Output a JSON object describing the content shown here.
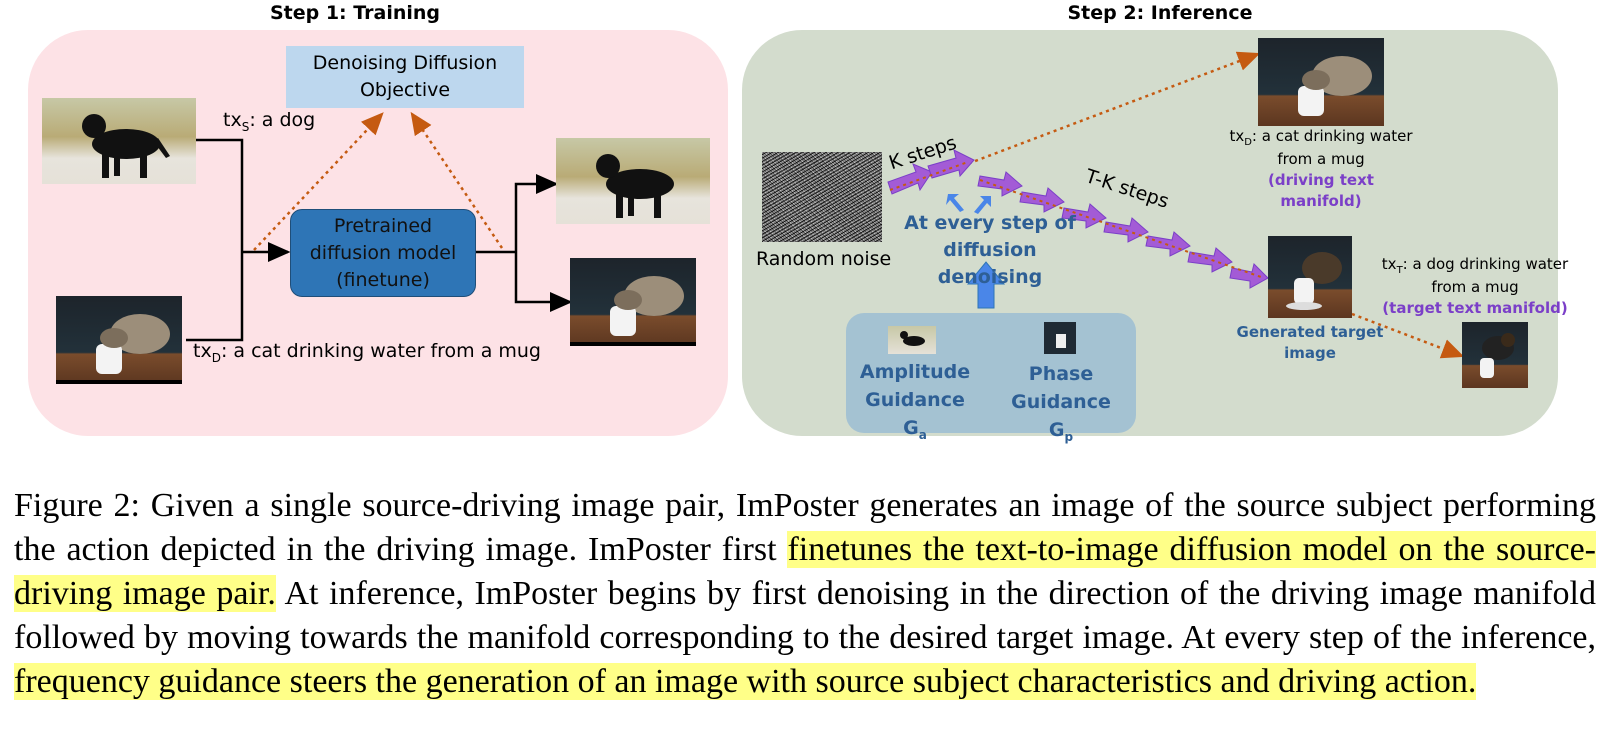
{
  "titles": {
    "training": "Step 1: Training",
    "inference": "Step 2: Inference"
  },
  "training": {
    "objective_line1": "Denoising Diffusion",
    "objective_line2": "Objective",
    "model_line1": "Pretrained",
    "model_line2": "diffusion model",
    "model_line3": "(finetune)",
    "tx_s_prefix": "tx",
    "tx_s_sub": "S",
    "tx_s_text": ": a dog",
    "tx_d_prefix": "tx",
    "tx_d_sub": "D",
    "tx_d_text": ": a cat drinking water from a mug"
  },
  "inference": {
    "random_noise": "Random noise",
    "k_steps": "K steps",
    "tk_steps": "T-K steps",
    "every_step_line1": "At every step of",
    "every_step_line2": "diffusion denoising",
    "amp_line1": "Amplitude",
    "amp_line2": "Guidance G",
    "amp_sub": "a",
    "phase_line1": "Phase",
    "phase_line2": "Guidance G",
    "phase_sub": "p",
    "tx_d_prefix": "tx",
    "tx_d_sub": "D",
    "tx_d_line1": ": a cat drinking water",
    "tx_d_line2": "from a mug",
    "tx_d_manifold": "(driving text manifold)",
    "tx_t_prefix": "tx",
    "tx_t_sub": "T",
    "tx_t_line1": ": a dog drinking water",
    "tx_t_line2": "from a mug",
    "tx_t_manifold": "(target text manifold)",
    "generated_line1": "Generated target",
    "generated_line2": "image"
  },
  "caption": {
    "p1": "Figure 2:  Given a single source-driving image pair, ImPoster generates an image of the source subject performing the action depicted in the driving image.  ImPoster first ",
    "h1": "finetunes the text-to-image diffusion model on the source-driving image pair.",
    "p2": "  At inference, ImPoster begins by first denoising in the direction of the driving image manifold followed by moving towards the manifold corresponding to the desired target image. At every step of the inference, ",
    "h2": "frequency guidance steers the generation of an image with source subject characteristics and driving action."
  },
  "colors": {
    "train_bg": "#fde2e6",
    "infer_bg": "#d3dccd",
    "model_blue": "#2e75b6",
    "arrow_purple": "#a35bd6",
    "dotted_orange": "#c55a11",
    "highlight": "#ffff88"
  },
  "icons": [
    "dog-photo",
    "cat-photo",
    "noise-image",
    "dog-drinking-photo"
  ]
}
